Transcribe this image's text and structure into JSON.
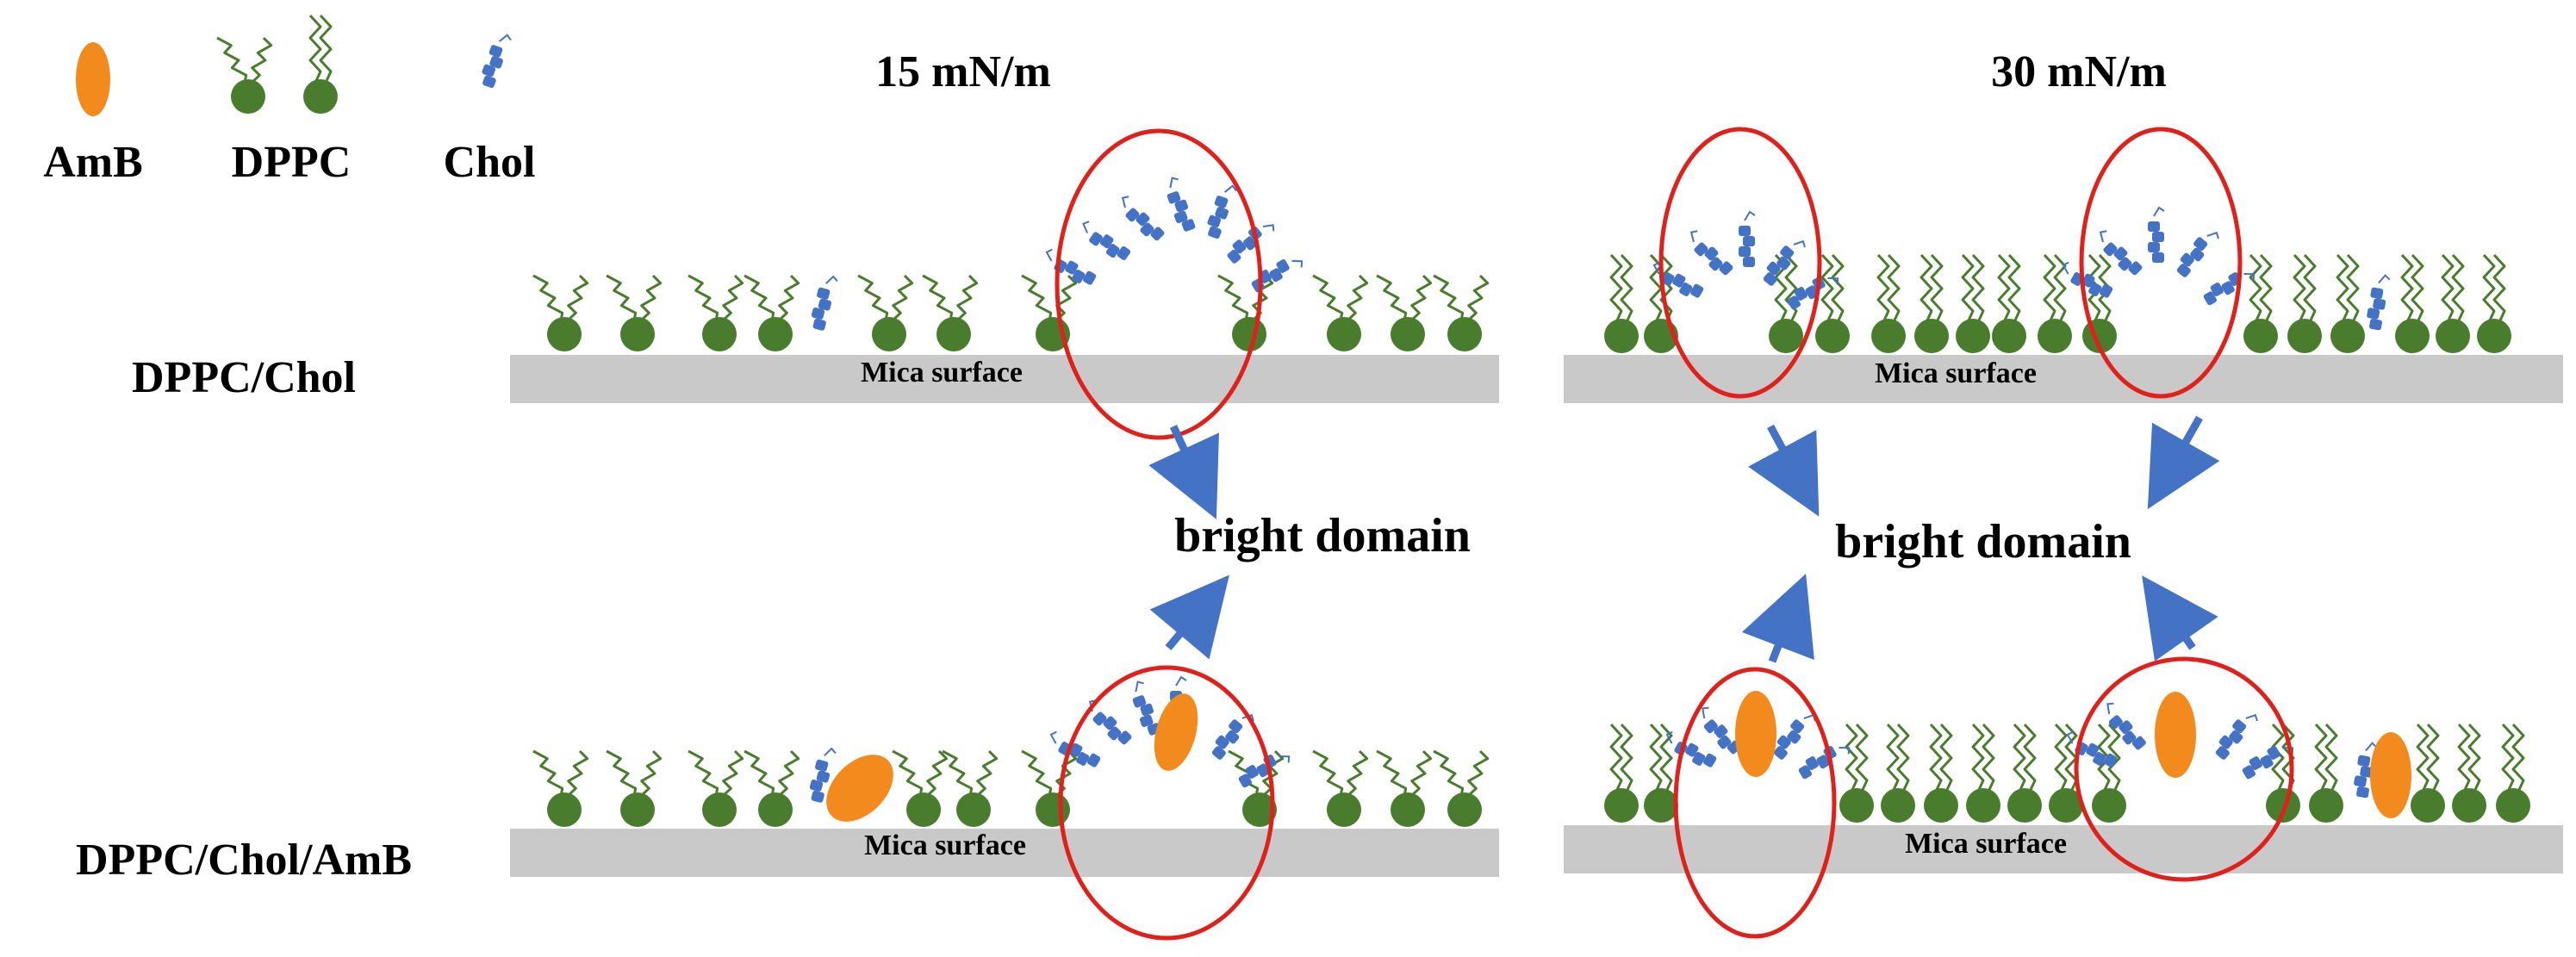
{
  "legend": {
    "amb": "AmB",
    "dppc": "DPPC",
    "chol": "Chol"
  },
  "pressures": {
    "low": "15 mN/m",
    "high": "30 mN/m"
  },
  "rows": {
    "top": "DPPC/Chol",
    "bottom": "DPPC/Chol/AmB"
  },
  "surface_label": "Mica surface",
  "domain_label": "bright domain",
  "colors": {
    "lipid_head": "#4a7c2e",
    "lipid_tail": "#4a7c2e",
    "cholesterol": "#4472c4",
    "amb": "#f28a1e",
    "mica": "#c9c9c9",
    "highlight_circle": "#e0201b",
    "arrow": "#4472c4"
  }
}
